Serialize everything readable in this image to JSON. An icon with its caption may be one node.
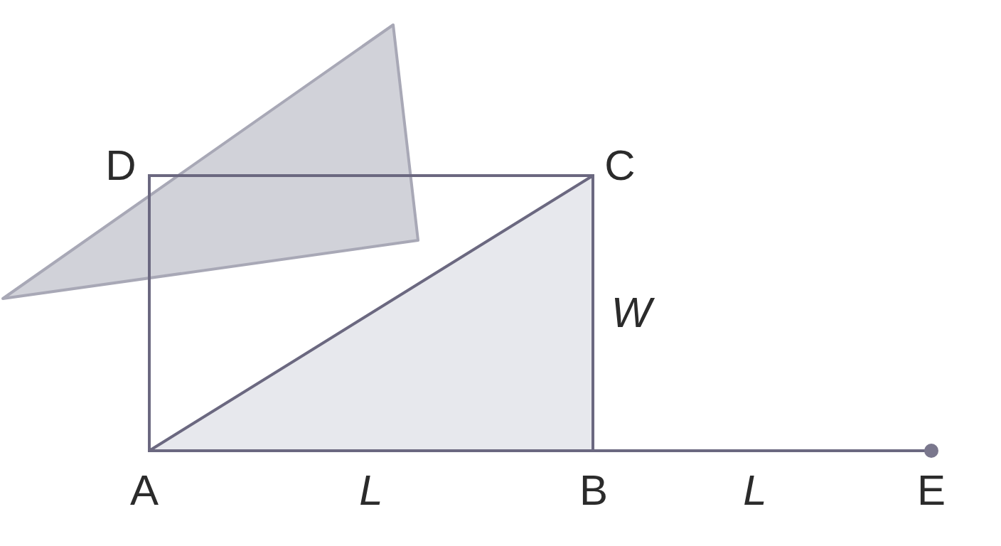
{
  "diagram": {
    "labels": [
      "D",
      "C",
      "W",
      "A",
      "L",
      "B",
      "L",
      "E"
    ]
  }
}
